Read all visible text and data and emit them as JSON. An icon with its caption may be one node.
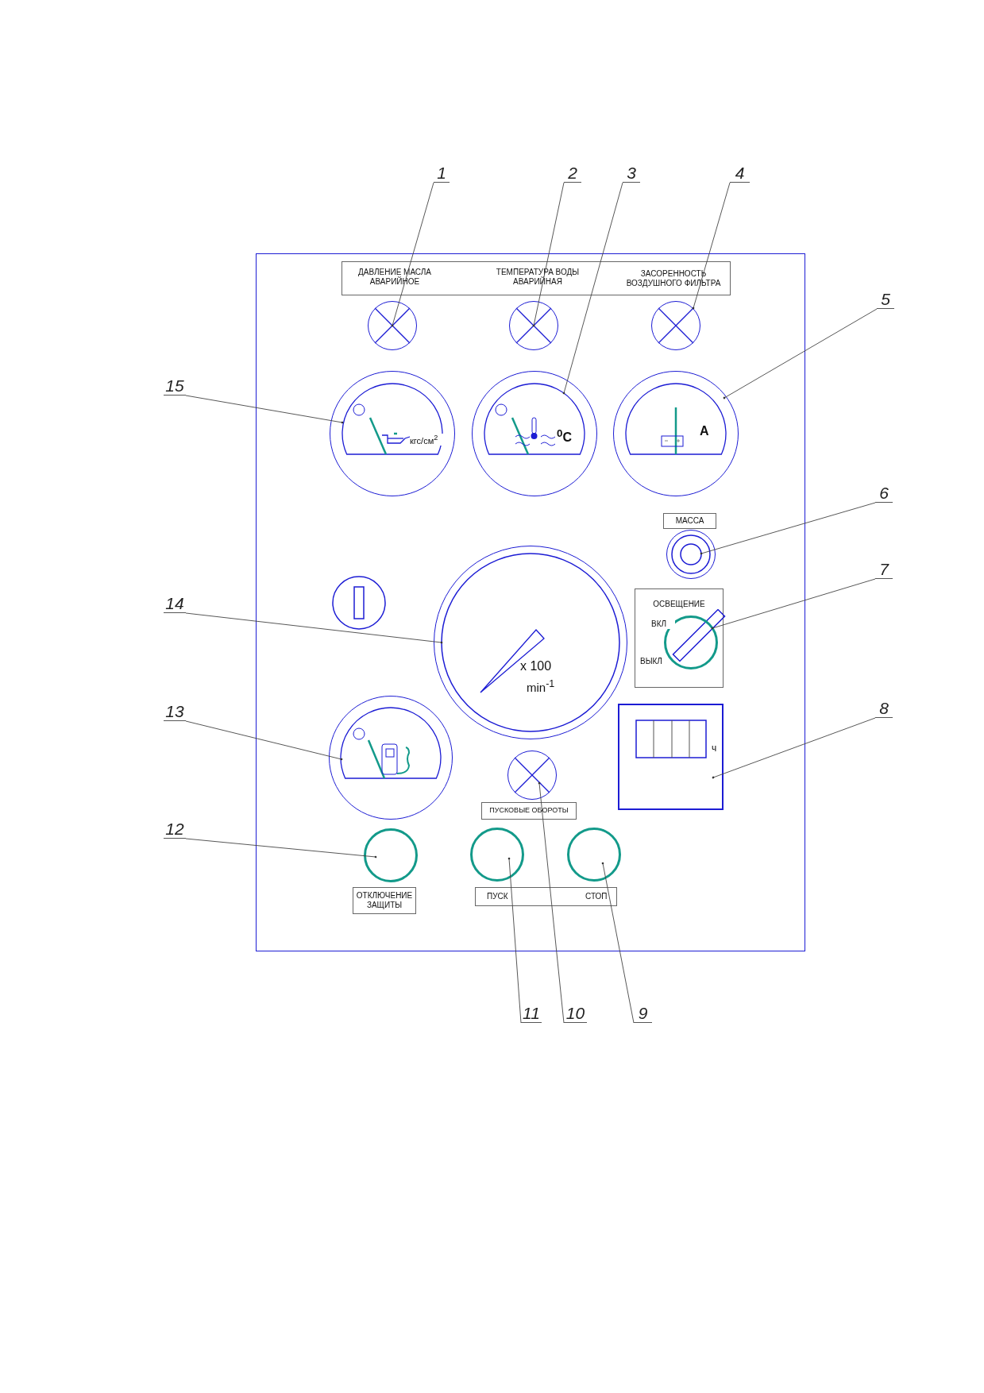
{
  "diagram": {
    "nodes": [
      {
        "text": [],
        "shape": "box"
      },
      {
        "text": [
          "ДАВЛЕНИЕ МАСЛА АВАРИЙНОЕ",
          "ТЕМПЕРАТУРА ВОДЫ АВАРИЙНАЯ",
          "ЗАСОРЕННОСТЬ ВОЗДУШНОГО ФИЛЬТРА"
        ],
        "in": 0
      },
      {
        "text": [],
        "shape": "circle",
        "in": 0
      },
      {
        "text": [],
        "shape": "circle",
        "in": 0
      },
      {
        "text": [],
        "shape": "circle",
        "in": 0
      },
      {
        "text": [
          "кгс/см$^{2}$"
        ],
        "in": 0
      },
      {
        "text": [
          "$^{0}$C"
        ],
        "in": 0
      },
      {
        "text": [
          "A"
        ],
        "in": 0
      },
      {
        "text": [
          "МАССА"
        ],
        "in": 0
      },
      {
        "text": [],
        "shape": "circle",
        "in": 0
      },
      {
        "text": [
          "x 100",
          "min$^{-1}$"
        ],
        "in": 0
      },
      {
        "text": [
          "ОСВЕЩЕНИЕ",
          "ВКЛ",
          "ВЫКЛ"
        ],
        "in": 0
      },
      {
        "text": [],
        "shape": "circle",
        "in": 11
      },
      {
        "text": [],
        "shape": "circle",
        "in": 0
      },
      {
        "text": [
          "ч"
        ],
        "in": 0
      },
      {
        "text": [],
        "shape": "circle",
        "in": 0
      },
      {
        "text": [
          "ПУСКОВЫЕ ОБОРОТЫ"
        ],
        "in": 0
      },
      {
        "text": [],
        "shape": "circle",
        "in": 0
      },
      {
        "text": [],
        "shape": "circle",
        "in": 0
      },
      {
        "text": [],
        "shape": "circle",
        "in": 0
      },
      {
        "text": [
          "ОТКЛЮЧЕНИЕ ЗАЩИТЫ"
        ],
        "in": 0
      },
      {
        "text": [
          "ПУСК",
          "СТОП"
        ],
        "in": 0
      },
      {
        "text": [
          "1"
        ]
      },
      {
        "text": [
          "2"
        ]
      },
      {
        "text": [
          "3"
        ]
      },
      {
        "text": [
          "4"
        ]
      },
      {
        "text": [
          "5"
        ]
      },
      {
        "text": [
          "6"
        ]
      },
      {
        "text": [
          "7"
        ]
      },
      {
        "text": [
          "8"
        ]
      },
      {
        "text": [
          "9"
        ]
      },
      {
        "text": [
          "10"
        ]
      },
      {
        "text": [
          "11"
        ]
      },
      {
        "text": [
          "12"
        ]
      },
      {
        "text": [
          "13"
        ]
      },
      {
        "text": [
          "14"
        ]
      },
      {
        "text": [
          "15"
        ]
      }
    ],
    "edges": [
      {
        "from": 22,
        "to": 2,
        "arrow": "other"
      },
      {
        "from": 23,
        "to": 3,
        "arrow": "other"
      },
      {
        "from": 24,
        "to": 6,
        "arrow": "other"
      },
      {
        "from": 25,
        "to": 4,
        "arrow": "other"
      },
      {
        "from": 26,
        "to": 7,
        "arrow": "other"
      },
      {
        "from": 27,
        "to": 9,
        "arrow": "other"
      },
      {
        "from": 28,
        "to": 12,
        "arrow": "other"
      },
      {
        "from": 29,
        "to": 14,
        "arrow": "other"
      },
      {
        "from": 30,
        "to": 19,
        "arrow": "other"
      },
      {
        "from": 31,
        "to": 15,
        "arrow": "other"
      },
      {
        "from": 32,
        "to": 18,
        "arrow": "other"
      },
      {
        "from": 33,
        "to": 17,
        "arrow": "other"
      },
      {
        "from": 34,
        "to": 13,
        "arrow": "other"
      },
      {
        "from": 35,
        "to": 10,
        "arrow": "other"
      },
      {
        "from": 36,
        "to": 5,
        "arrow": "other"
      }
    ]
  }
}
